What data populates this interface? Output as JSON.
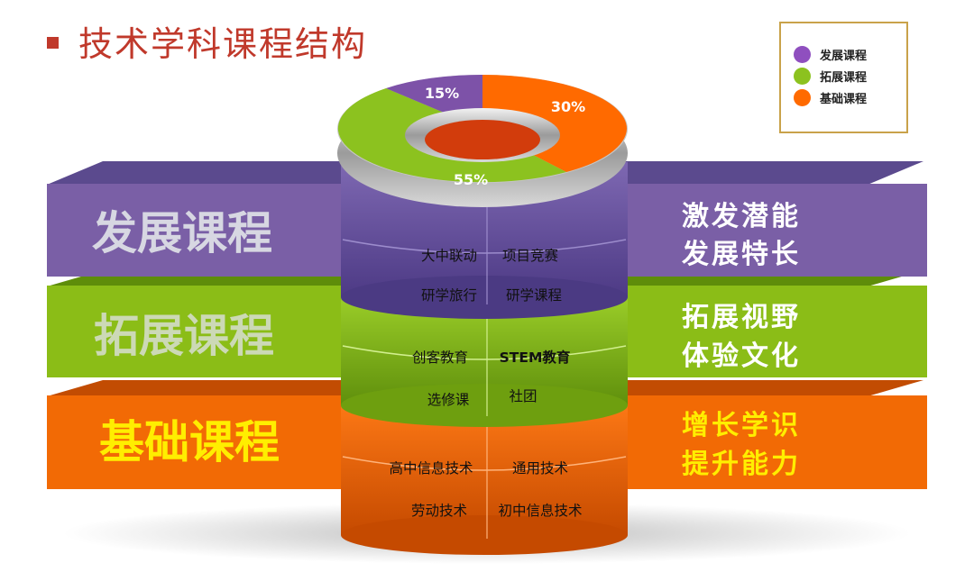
{
  "title": "技术学科课程结构",
  "legend": [
    {
      "label": "发展课程",
      "color": "#8f4fbf"
    },
    {
      "label": "拓展课程",
      "color": "#8cc21f"
    },
    {
      "label": "基础课程",
      "color": "#ff6a00"
    }
  ],
  "donut": {
    "develop": "15%",
    "expand": "55%",
    "basic": "30%"
  },
  "tiers": {
    "develop": {
      "name": "发展课程",
      "desc_line1": "激发潜能",
      "desc_line2": "发展特长",
      "items": [
        "大中联动",
        "项目竞赛",
        "研学旅行",
        "研学课程"
      ]
    },
    "expand": {
      "name": "拓展课程",
      "desc_line1": "拓展视野",
      "desc_line2": "体验文化",
      "items": [
        "创客教育",
        "STEM教育",
        "选修课",
        "社团"
      ]
    },
    "basic": {
      "name": "基础课程",
      "desc_line1": "增长学识",
      "desc_line2": "提升能力",
      "items": [
        "高中信息技术",
        "通用技术",
        "劳动技术",
        "初中信息技术"
      ]
    }
  }
}
